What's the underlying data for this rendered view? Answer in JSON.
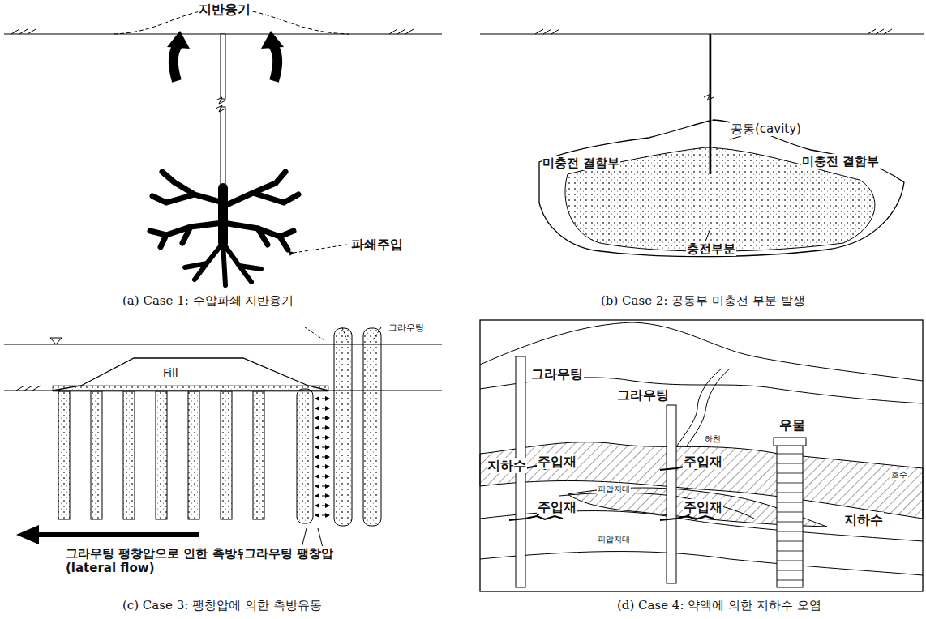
{
  "diagram": {
    "labels": [
      "지반융기",
      "파쇄주입",
      "(a) Case 1: 수압파쇄 지반융기",
      "공동(cavity)",
      "미충전 결함부",
      "미충전 결함부",
      "충전부분",
      "(b) Case 2: 공동부 미충전 부분 발생",
      "그라우팅",
      "Fill",
      "그라우팅 팽창압으로 인한 측방유동(lateral flow)",
      "그라우팅 팽창압",
      "(c) Case 3: 팽창압에 의한 측방유동",
      "그라우팅",
      "그라우팅",
      "지하수",
      "주입재",
      "주입재",
      "주입재",
      "주입재",
      "하천",
      "피압지대",
      "피압지대",
      "우물",
      "호수",
      "지하수",
      "(d) Case 4: 약액에 의한 지하수 오염"
    ]
  }
}
